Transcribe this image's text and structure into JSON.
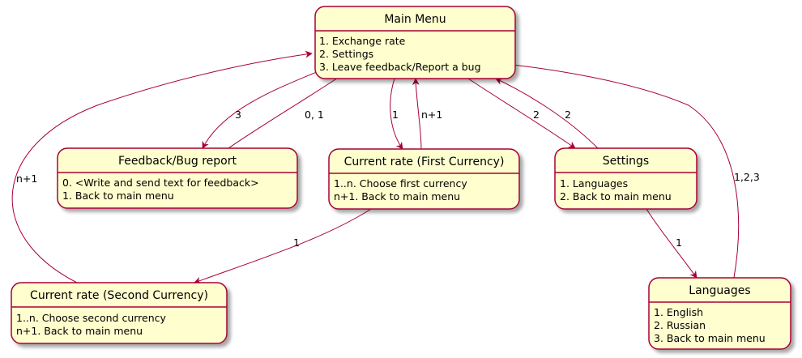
{
  "colors": {
    "state_fill": "#fefece",
    "state_border": "#a80036",
    "edge": "#a80036",
    "shadow": "#c8c8c8"
  },
  "states": {
    "main_menu": {
      "title": "Main Menu",
      "lines": [
        "1. Exchange rate",
        "2. Settings",
        "3. Leave feedback/Report a bug"
      ]
    },
    "feedback": {
      "title": "Feedback/Bug report",
      "lines": [
        "0. <Write and send text for feedback>",
        "1. Back to main menu"
      ]
    },
    "first_currency": {
      "title": "Current rate (First Currency)",
      "lines": [
        "1..n. Choose first currency",
        "n+1. Back to main menu"
      ]
    },
    "settings": {
      "title": "Settings",
      "lines": [
        "1. Languages",
        "2. Back to main menu"
      ]
    },
    "second_currency": {
      "title": "Current rate (Second Currency)",
      "lines": [
        "1..n. Choose second currency",
        "n+1. Back to main menu"
      ]
    },
    "languages": {
      "title": "Languages",
      "lines": [
        "1. English",
        "2. Russian",
        "3. Back to main menu"
      ]
    }
  },
  "edges": {
    "main_to_feedback": "3",
    "feedback_to_main": "0, 1",
    "main_to_first": "1",
    "first_to_main": "n+1",
    "main_to_settings": "2",
    "settings_to_main": "2",
    "second_to_main": "n+1",
    "first_to_second": "1",
    "settings_to_languages": "1",
    "languages_to_main": "1,2,3"
  }
}
